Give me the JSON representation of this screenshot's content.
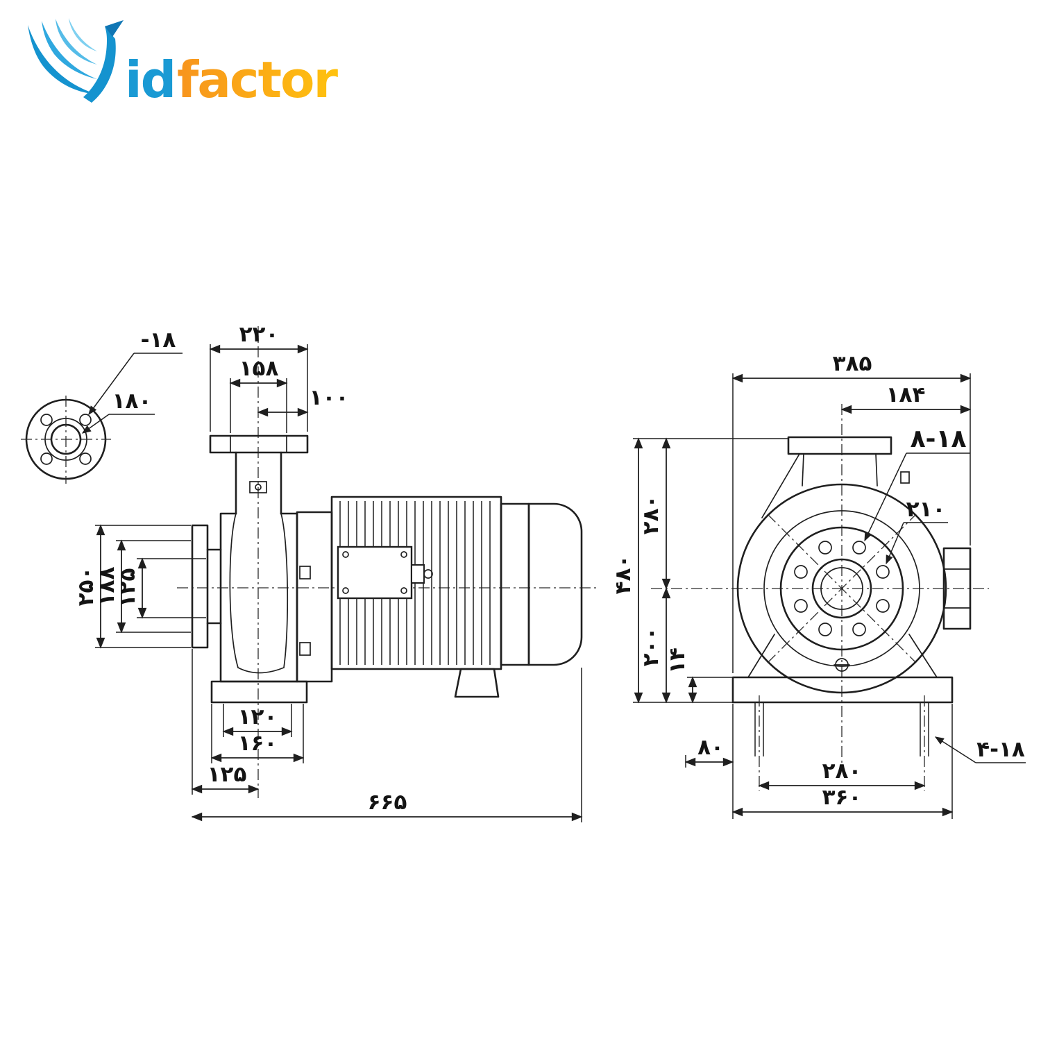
{
  "meta": {
    "background": "#ffffff",
    "ink": "#1f1f1f"
  },
  "logo": {
    "part1": "id",
    "part2": "factor",
    "color_blue": "#1a9ad4",
    "color_orange_start": "#f7941e",
    "color_orange_end": "#ffc20e"
  },
  "flange_detail": {
    "hole_label": "-۱۸",
    "bolt_circle": "۱۸۰"
  },
  "side_view": {
    "top_flange_width": "۲۲۰",
    "neck_width": "۱۵۸",
    "suction_offset": "۱۰۰",
    "flange_od": "۲۵۰",
    "flange_bolt_circle": "۱۸۸",
    "flange_bore": "۱۲۵",
    "foot_bolt_span": "۱۲۰",
    "foot_width": "۱۶۰",
    "flange_to_axis": "۱۲۵",
    "overall_length": "۶۶۵"
  },
  "front_view": {
    "overall_width": "۳۸۵",
    "center_to_right": "۱۸۴",
    "flange_holes": "۸-۱۸",
    "bolt_circle": "۲۱۰",
    "overall_height": "۴۸۰",
    "axis_to_top": "۲۸۰",
    "axis_to_base": "۲۰۰",
    "base_thickness": "۱۴",
    "edge_offset": "۸۰",
    "foot_bolt_span": "۲۸۰",
    "base_width": "۳۶۰",
    "foot_holes": "۴-۱۸"
  }
}
